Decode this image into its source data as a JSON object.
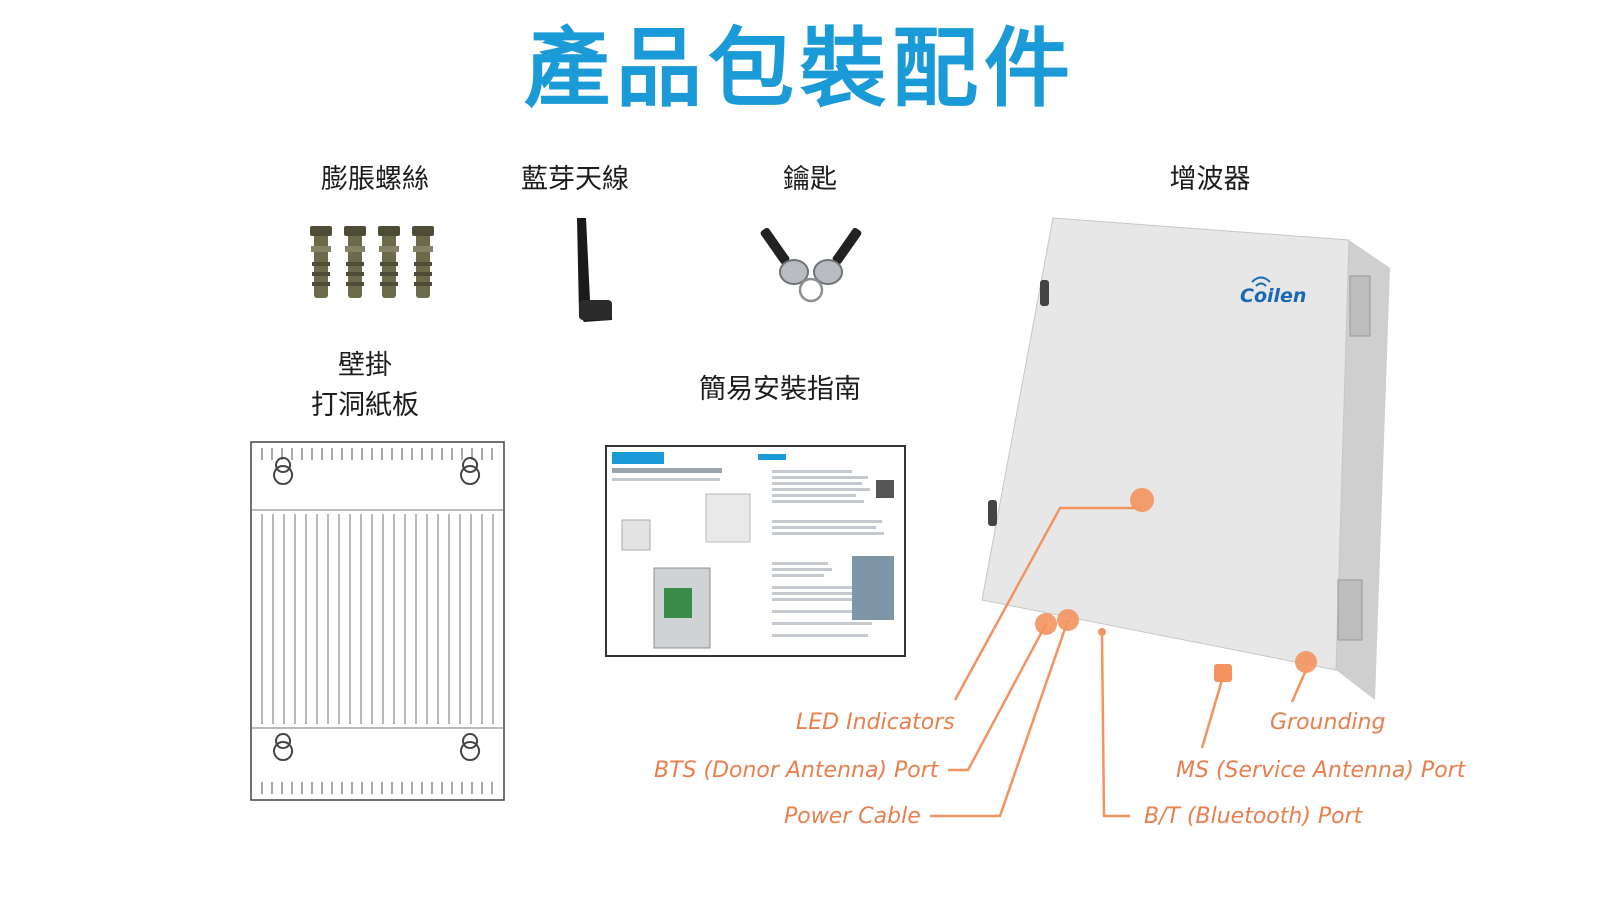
{
  "title": "產品包裝配件",
  "colors": {
    "title": "#1a9ad6",
    "callout": "#e87f4e",
    "callout_dot": "#f3935f",
    "device_body": "#e7e7e7",
    "device_side": "#cfcfcf"
  },
  "items": {
    "anchor_bolts": "膨脹螺絲",
    "bluetooth_antenna": "藍芽天線",
    "keys": "鑰匙",
    "repeater": "增波器",
    "wall_template_line1": "壁掛",
    "wall_template_line2": "打洞紙板",
    "install_guide": "簡易安裝指南"
  },
  "device": {
    "brand": "Coilen"
  },
  "callouts": {
    "led_indicators": "LED Indicators",
    "bts_port": "BTS (Donor Antenna) Port",
    "power_cable": "Power Cable",
    "grounding": "Grounding",
    "ms_port": "MS (Service Antenna) Port",
    "bt_port": "B/T (Bluetooth) Port"
  }
}
